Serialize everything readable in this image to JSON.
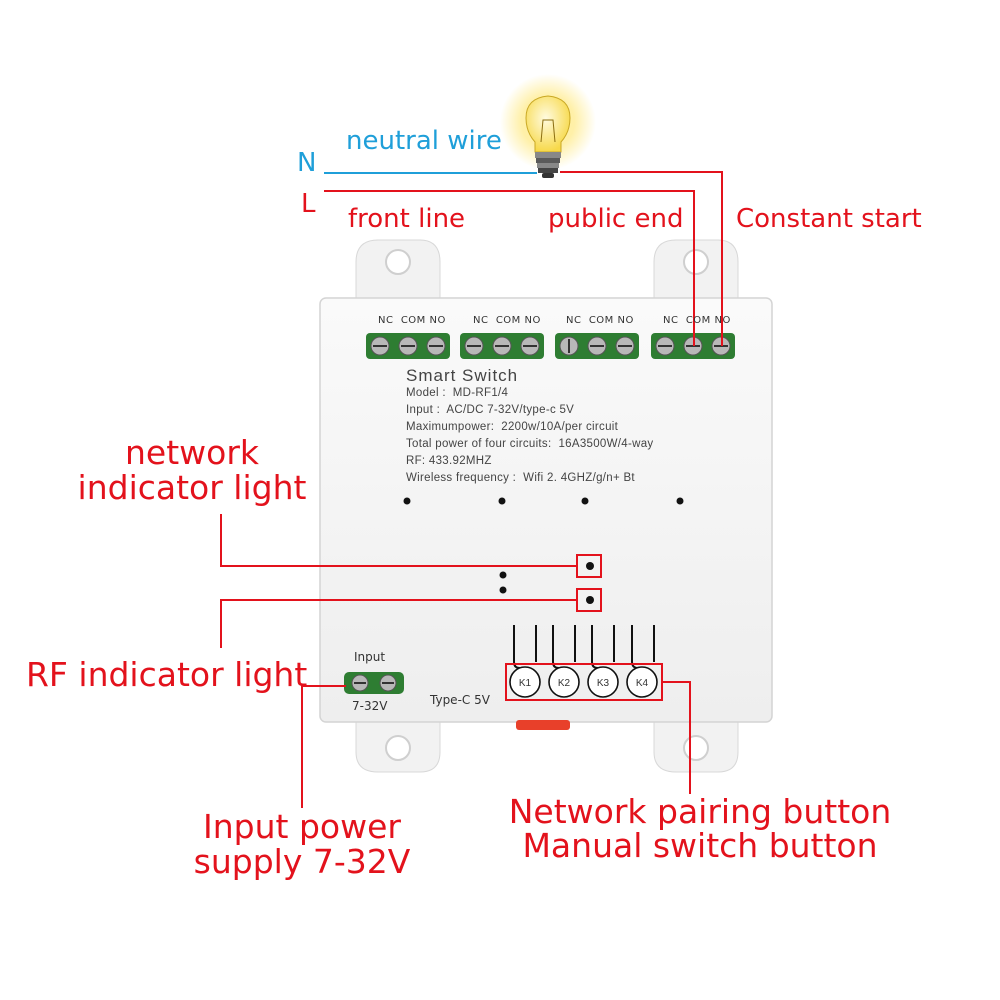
{
  "wiring": {
    "n_letter": "N",
    "l_letter": "L",
    "neutral_wire": "neutral wire",
    "front_line": "front line",
    "public_end": "public end",
    "constant_start": "Constant start"
  },
  "device": {
    "title": "Smart Switch",
    "specs": [
      "Model :  MD-RF1/4",
      "Input :  AC/DC 7-32V/type-c 5V",
      "Maximumpower:  2200w/10A/per circuit",
      "Total power of four circuits:  16A3500W/4-way",
      "RF: 433.92MHZ",
      "Wireless frequency :  Wifi 2. 4GHZ/g/n+ Bt"
    ],
    "terminal_labels": [
      "NC",
      "COM",
      "NO"
    ],
    "input_label": "Input",
    "input_voltage": "7-32V",
    "typec_label": "Type-C 5V",
    "buttons": [
      "K1",
      "K2",
      "K3",
      "K4"
    ]
  },
  "callouts": {
    "network_light_1": "network",
    "network_light_2": "indicator light",
    "rf_light": "RF indicator light",
    "power_1": "Input power",
    "power_2": "supply 7-32V",
    "pairing_1": "Network pairing button",
    "pairing_2": "Manual switch button"
  },
  "colors": {
    "annotation_red": "#e3121c",
    "neutral_blue": "#1f9fd9",
    "terminal_green": "#2e7d32",
    "housing": "#f4f4f4",
    "typec_port": "#e8402a"
  },
  "icons": [
    "light-bulb-icon",
    "screw-terminal-icon",
    "push-button-icon",
    "led-dot-icon"
  ]
}
